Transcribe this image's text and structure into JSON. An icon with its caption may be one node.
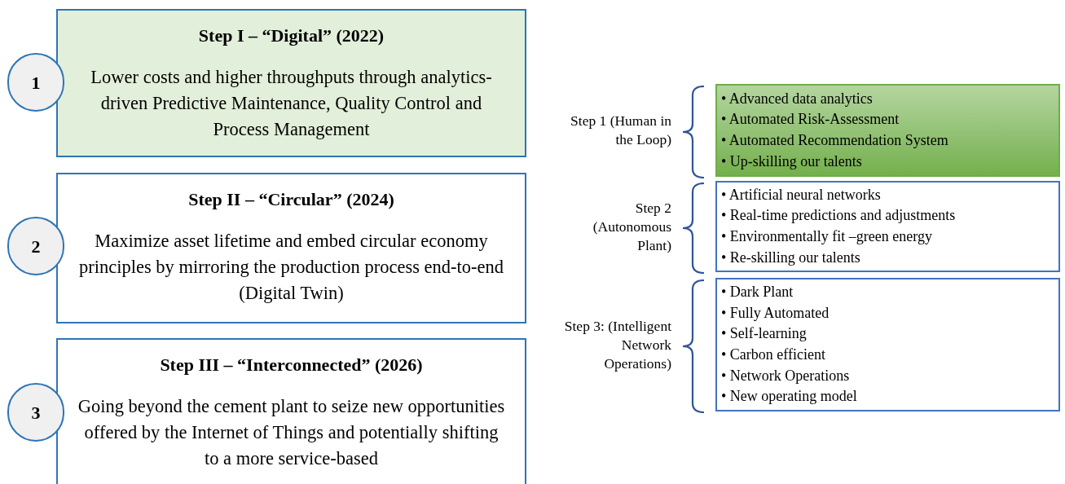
{
  "diagram": {
    "nodes": [
      {
        "text": [
          "1"
        ]
      },
      {
        "text": [
          "Step I – “Digital” (2022)",
          "Lower costs and higher throughputs through analytics-driven Predictive Maintenance, Quality Control and Process Management"
        ]
      },
      {
        "text": [
          "2"
        ]
      },
      {
        "text": [
          "Step II – “Circular” (2024)",
          "Maximize asset lifetime and embed circular economy principles by mirroring the production process end-to-end (Digital Twin)"
        ]
      },
      {
        "text": [
          "3"
        ]
      },
      {
        "text": [
          "Step III – “Interconnected” (2026)",
          "Going beyond the cement plant to seize new opportunities offered by the Internet of Things and potentially shifting to a more service-based"
        ]
      },
      {
        "text": [
          "• Advanced data analytics",
          "• Automated Risk-Assessment",
          "• Automated Recommendation System",
          "• Up-skilling our talents"
        ],
        "beside": [
          "Step 1 (Human in the Loop)"
        ]
      },
      {
        "text": [
          "• Artificial neural networks",
          "• Real-time predictions and adjustments",
          "• Environmentally fit –green energy",
          "• Re-skilling our talents"
        ],
        "beside": [
          "Step 2 (Autonomous Plant)"
        ]
      },
      {
        "text": [
          "• Dark Plant",
          "• Fully Automated",
          "• Self-learning",
          "• Carbon efficient",
          "• Network Operations",
          "• New operating model"
        ],
        "beside": [
          "Step 3: (Intelligent Network Operations)"
        ]
      }
    ]
  }
}
